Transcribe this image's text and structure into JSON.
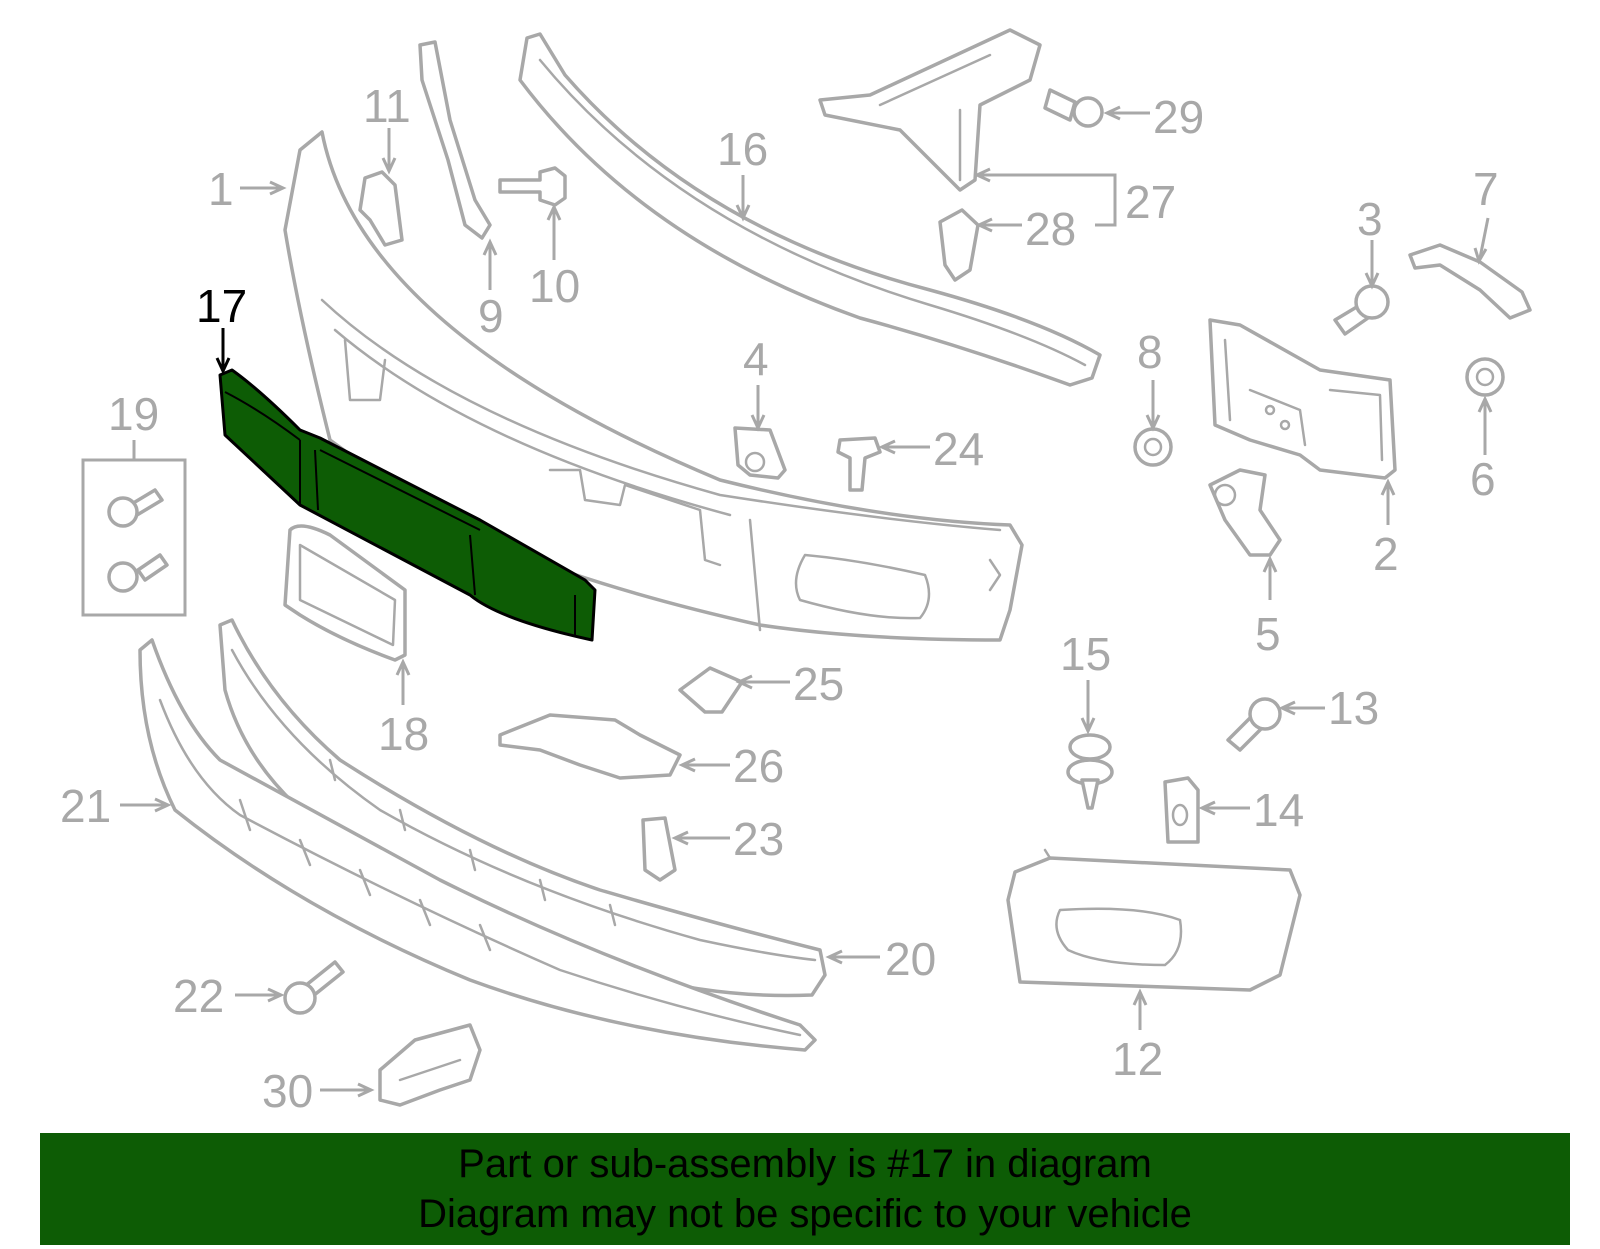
{
  "highlight_color": "#0d5c05",
  "callouts": [
    {
      "id": "1",
      "text": "1"
    },
    {
      "id": "2",
      "text": "2"
    },
    {
      "id": "3",
      "text": "3"
    },
    {
      "id": "4",
      "text": "4"
    },
    {
      "id": "5",
      "text": "5"
    },
    {
      "id": "6",
      "text": "6"
    },
    {
      "id": "7",
      "text": "7"
    },
    {
      "id": "8",
      "text": "8"
    },
    {
      "id": "9",
      "text": "9"
    },
    {
      "id": "10",
      "text": "10"
    },
    {
      "id": "11",
      "text": "11"
    },
    {
      "id": "12",
      "text": "12"
    },
    {
      "id": "13",
      "text": "13"
    },
    {
      "id": "14",
      "text": "14"
    },
    {
      "id": "15",
      "text": "15"
    },
    {
      "id": "16",
      "text": "16"
    },
    {
      "id": "17",
      "text": "17",
      "highlighted": true
    },
    {
      "id": "18",
      "text": "18"
    },
    {
      "id": "19",
      "text": "19"
    },
    {
      "id": "20",
      "text": "20"
    },
    {
      "id": "21",
      "text": "21"
    },
    {
      "id": "22",
      "text": "22"
    },
    {
      "id": "23",
      "text": "23"
    },
    {
      "id": "24",
      "text": "24"
    },
    {
      "id": "25",
      "text": "25"
    },
    {
      "id": "26",
      "text": "26"
    },
    {
      "id": "27",
      "text": "27"
    },
    {
      "id": "28",
      "text": "28"
    },
    {
      "id": "29",
      "text": "29"
    },
    {
      "id": "30",
      "text": "30"
    }
  ],
  "banner": {
    "line1": "Part or sub-assembly is #17 in diagram",
    "line2": "Diagram may not be specific to your vehicle"
  }
}
